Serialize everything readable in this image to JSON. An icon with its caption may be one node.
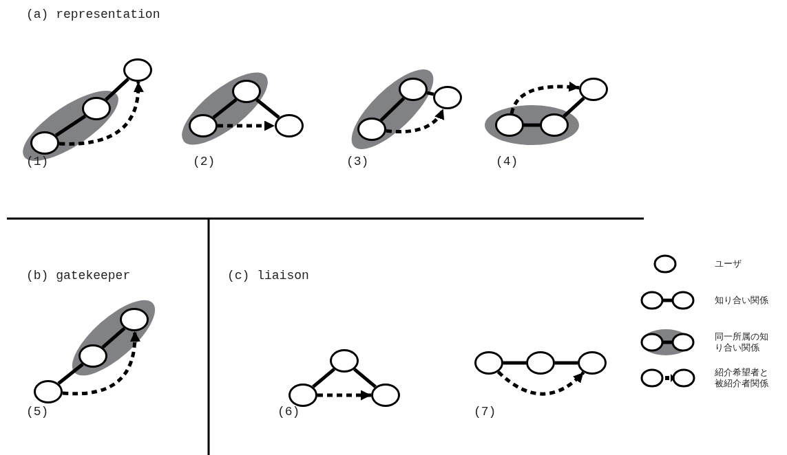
{
  "diagram": {
    "nodes": [
      {
        "text": [],
        "shape": "circle"
      },
      {
        "text": [],
        "shape": "circle"
      },
      {
        "text": [],
        "shape": "circle"
      },
      {
        "text": [],
        "shape": "circle"
      },
      {
        "text": [],
        "shape": "circle"
      },
      {
        "text": [],
        "shape": "circle"
      },
      {
        "text": [],
        "shape": "circle"
      },
      {
        "text": [],
        "shape": "circle"
      },
      {
        "text": [],
        "shape": "circle"
      },
      {
        "text": [],
        "shape": "circle"
      },
      {
        "text": [],
        "shape": "circle"
      },
      {
        "text": [],
        "shape": "circle"
      },
      {
        "text": [],
        "shape": "circle"
      },
      {
        "text": [],
        "shape": "circle"
      },
      {
        "text": [],
        "shape": "circle"
      },
      {
        "text": [],
        "shape": "circle"
      },
      {
        "text": [],
        "shape": "circle"
      },
      {
        "text": [],
        "shape": "circle"
      },
      {
        "text": [],
        "shape": "circle"
      },
      {
        "text": [],
        "shape": "circle"
      },
      {
        "text": [],
        "shape": "circle"
      }
    ],
    "edges": [
      {
        "from": 0,
        "to": 1,
        "arrow": "none"
      },
      {
        "from": 1,
        "to": 2,
        "arrow": "none"
      },
      {
        "from": 0,
        "to": 2,
        "arrow": "to",
        "style": "dashed"
      },
      {
        "from": 3,
        "to": 4,
        "arrow": "none"
      },
      {
        "from": 4,
        "to": 5,
        "arrow": "none"
      },
      {
        "from": 3,
        "to": 5,
        "arrow": "to",
        "style": "dashed"
      },
      {
        "from": 6,
        "to": 7,
        "arrow": "none"
      },
      {
        "from": 7,
        "to": 8,
        "arrow": "none"
      },
      {
        "from": 6,
        "to": 8,
        "arrow": "to",
        "style": "dashed"
      },
      {
        "from": 9,
        "to": 10,
        "arrow": "none"
      },
      {
        "from": 10,
        "to": 11,
        "arrow": "none"
      },
      {
        "from": 9,
        "to": 11,
        "arrow": "to",
        "style": "dashed"
      },
      {
        "from": 12,
        "to": 13,
        "arrow": "none"
      },
      {
        "from": 13,
        "to": 14,
        "arrow": "none"
      },
      {
        "from": 12,
        "to": 14,
        "arrow": "to",
        "style": "dashed"
      },
      {
        "from": 15,
        "to": 16,
        "arrow": "none"
      },
      {
        "from": 16,
        "to": 17,
        "arrow": "none"
      },
      {
        "from": 15,
        "to": 17,
        "arrow": "to",
        "style": "dashed"
      },
      {
        "from": 18,
        "to": 19,
        "arrow": "none"
      },
      {
        "from": 19,
        "to": 20,
        "arrow": "none"
      },
      {
        "from": 18,
        "to": 20,
        "arrow": "to",
        "style": "dashed"
      }
    ],
    "labels": [
      "(a) representation",
      "(1)",
      "(2)",
      "(3)",
      "(4)",
      "(b) gatekeeper",
      "(c) liaison",
      "(5)",
      "(6)",
      "(7)"
    ],
    "legend": [
      {
        "text": "ユーザ"
      },
      {
        "text": "知り合い関係"
      },
      {
        "text": "同一所属の知り合い関係"
      },
      {
        "text": "紹介希望者と被紹介者関係"
      }
    ]
  }
}
